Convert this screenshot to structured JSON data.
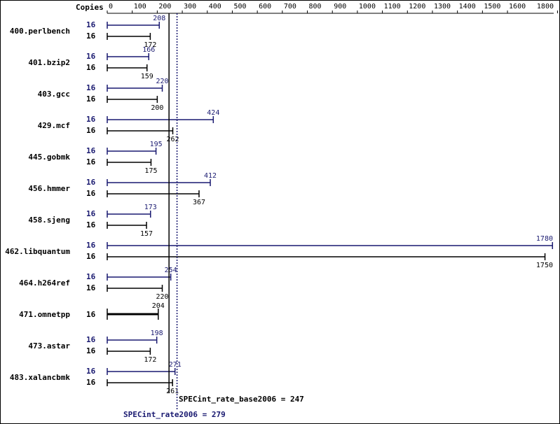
{
  "colors": {
    "peak": "#191970",
    "base": "#000000",
    "frame": "#000000",
    "background": "#ffffff"
  },
  "header": {
    "copies_label": "Copies"
  },
  "summary": {
    "base_label": "SPECint_rate_base2006 = 247",
    "peak_label": "SPECint_rate2006 = 279"
  },
  "chart_data": {
    "type": "bar",
    "orientation": "horizontal",
    "xlim": [
      0,
      1800
    ],
    "x_ticks": [
      "0",
      "100",
      "200",
      "300",
      "400",
      "500",
      "600",
      "700",
      "800",
      "900",
      "1000",
      "1100",
      "1200",
      "1300",
      "1400",
      "1500",
      "1600",
      "1800"
    ],
    "x_tick_values": [
      0,
      100,
      200,
      300,
      400,
      500,
      600,
      700,
      800,
      900,
      1000,
      1100,
      1200,
      1300,
      1400,
      1500,
      1600,
      1800
    ],
    "categories": [
      "400.perlbench",
      "401.bzip2",
      "403.gcc",
      "429.mcf",
      "445.gobmk",
      "456.hmmer",
      "458.sjeng",
      "462.libquantum",
      "464.h264ref",
      "471.omnetpp",
      "473.astar",
      "483.xalancbmk"
    ],
    "series": [
      {
        "id": "peak",
        "copies": [
          "16",
          "16",
          "16",
          "16",
          "16",
          "16",
          "16",
          "16",
          "16",
          "",
          "16",
          "16"
        ],
        "values": [
          208,
          166,
          220,
          424,
          195,
          412,
          173,
          1780,
          254,
          null,
          198,
          271
        ],
        "labels": [
          "208",
          "166",
          "220",
          "424",
          "195",
          "412",
          "173",
          "1780",
          "254",
          "",
          "198",
          "271"
        ]
      },
      {
        "id": "base",
        "copies": [
          "16",
          "16",
          "16",
          "16",
          "16",
          "16",
          "16",
          "16",
          "16",
          "16",
          "16",
          "16"
        ],
        "values": [
          172,
          159,
          200,
          262,
          175,
          367,
          157,
          1750,
          220,
          204,
          172,
          261
        ],
        "labels": [
          "172",
          "159",
          "200",
          "262",
          "175",
          "367",
          "157",
          "1750",
          "220",
          "204",
          "172",
          "261"
        ]
      }
    ],
    "reference_lines": [
      {
        "series": "base",
        "value": 247,
        "style": "solid"
      },
      {
        "series": "peak",
        "value": 279,
        "style": "dotted"
      }
    ]
  }
}
